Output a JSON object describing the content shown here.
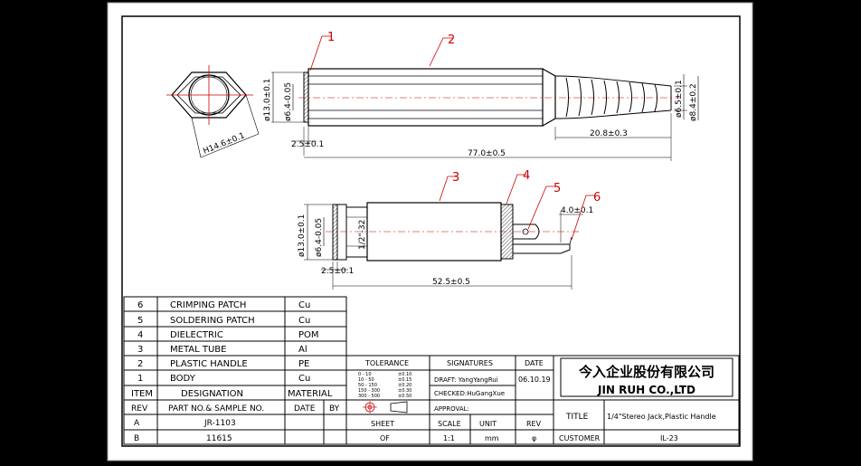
{
  "callouts": [
    "1",
    "2",
    "3",
    "4",
    "5",
    "6"
  ],
  "dims": {
    "hex_flat": "H14.6±0.1",
    "dia_head_top": "ø13.0±0.1",
    "dia_bore_top": "ø6.4-0.05",
    "flange_top": "2.5±0.1",
    "length_total": "77.0±0.5",
    "crimp_length": "20.8±0.3",
    "dia_cable_inner": "ø6.5±0.1",
    "dia_cable_outer": "ø8.4±0.2",
    "dia_head_bottom": "ø13.0±0.1",
    "dia_bore_bottom": "ø6.4-0.05",
    "thread": "1/2\"-32",
    "flange_bottom": "2.5±0.1",
    "length_bottom": "52.5±0.5",
    "tab_width": "4.0±0.1"
  },
  "bom": {
    "headers": [
      "ITEM",
      "DESIGNATION",
      "MATERIAL"
    ],
    "rows": [
      {
        "item": "6",
        "designation": "CRIMPING PATCH",
        "material": "Cu"
      },
      {
        "item": "5",
        "designation": "SOLDERING PATCH",
        "material": "Cu"
      },
      {
        "item": "4",
        "designation": "DIELECTRIC",
        "material": "POM"
      },
      {
        "item": "3",
        "designation": "METAL TUBE",
        "material": "Al"
      },
      {
        "item": "2",
        "designation": "PLASTIC HANDLE",
        "material": "PE"
      },
      {
        "item": "1",
        "designation": "BODY",
        "material": "Cu"
      }
    ]
  },
  "rev": {
    "headers": [
      "REV",
      "PART NO.& SAMPLE NO.",
      "DATE",
      "BY"
    ],
    "rows": [
      {
        "rev": "A",
        "part": "JR-1103",
        "date": "",
        "by": ""
      },
      {
        "rev": "B",
        "part": "11615",
        "date": "",
        "by": ""
      }
    ]
  },
  "tolerance": {
    "label": "TOLERANCE",
    "rows": [
      {
        "a": "0 - 10",
        "b": "±0.10"
      },
      {
        "a": "10 - 50",
        "b": "±0.15"
      },
      {
        "a": "50 - 150",
        "b": "±0.20"
      },
      {
        "a": "150 - 300",
        "b": "±0.30"
      },
      {
        "a": "300 - 500",
        "b": "±0.50"
      }
    ]
  },
  "signatures": {
    "label": "SIGNATURES",
    "draft": "DRAFT: YangYangRui",
    "checked": "CHECKED:HuGangXue",
    "approval": "APPROVAL:"
  },
  "date": {
    "label": "DATE",
    "value": "06.10.19"
  },
  "sheet": {
    "label": "SHEET",
    "value": "OF"
  },
  "scale": {
    "label": "SCALE",
    "value": "1:1"
  },
  "unit": {
    "label": "UNIT",
    "value": "mm"
  },
  "revcell": {
    "label": "REV",
    "value": "φ"
  },
  "company": {
    "chinese": "今入企业股份有限公司",
    "english": "JIN RUH CO.,LTD"
  },
  "title": {
    "label": "TITLE",
    "value": "1/4\"Stereo Jack,Plastic Handle"
  },
  "customer": {
    "label": "CUSTOMER",
    "value": "IL-23"
  },
  "colors": {
    "background": "#000000",
    "sheet": "#ffffff",
    "line": "#000000",
    "leader": "#cc0000",
    "center": "#cc0000",
    "hatch": "#555555"
  }
}
